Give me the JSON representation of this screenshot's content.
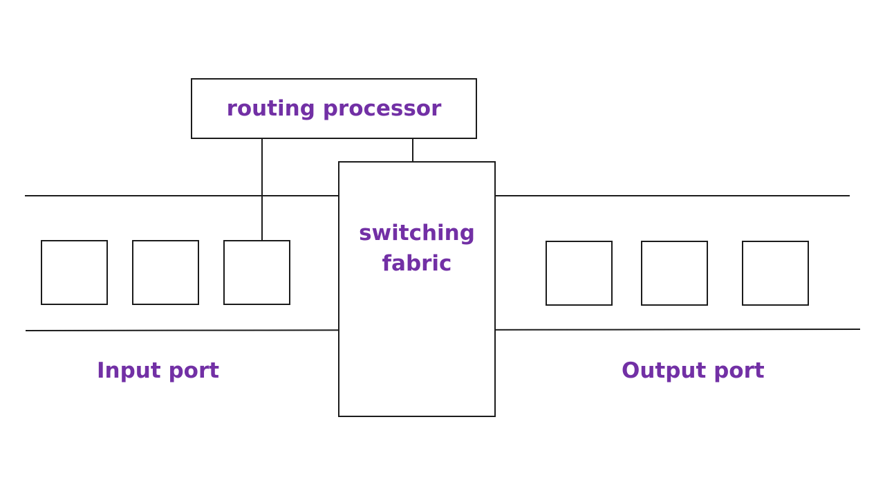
{
  "diagram": {
    "title_context": "router architecture",
    "routing_processor_label": "routing processor",
    "switching_fabric_label": "switching\nfabric",
    "input_port_label": "Input port",
    "output_port_label": "Output port",
    "input_port_count": 3,
    "output_port_count": 3,
    "colors": {
      "label_purple": "#7230a5",
      "line_black": "#1b1b1b",
      "background": "#ffffff"
    }
  }
}
